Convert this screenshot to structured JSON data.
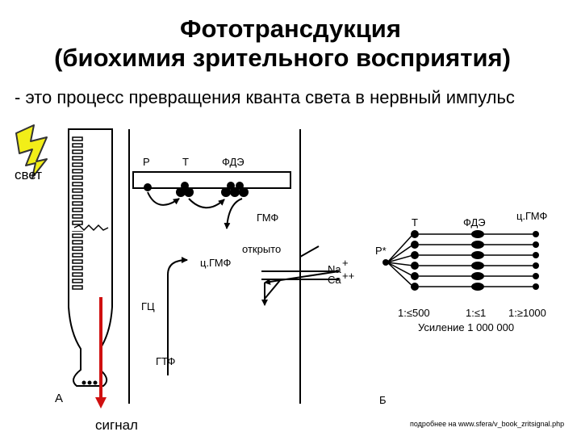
{
  "title_line1": "Фототрансдукция",
  "title_line2": "(биохимия зрительного восприятия)",
  "subtitle": "- это процесс превращения кванта света в нервный импульс",
  "left_panel": {
    "light_label": "свет",
    "panel_label": "А",
    "signal_label": "сигнал"
  },
  "middle_panel": {
    "r_label": "Р",
    "t_label": "Т",
    "pde_label": "ФДЭ",
    "gmp_label": "ГМФ",
    "open_label": "открыто",
    "cgmp_label": "ц.ГМФ",
    "na_label": "Na",
    "na_charge": "+",
    "ca_label": "Ca",
    "ca_charge": "++",
    "gc_label": "ГЦ",
    "gtp_label": "ГТФ"
  },
  "right_panel": {
    "t_label": "Т",
    "pde_label": "ФДЭ",
    "cgmp_label": "ц.ГМФ",
    "p_star_label": "Р*",
    "ratio1": "1:≤500",
    "ratio2": "1:≤1",
    "ratio3": "1:≥1000",
    "gain_label": "Усиление  1 000 000",
    "panel_label": "Б"
  },
  "footer_link": "подробнее на www.sfera/v_book_zritsignal.php",
  "colors": {
    "signal_arrow": "#d01010",
    "lightning_fill": "#f2ee18",
    "lightning_stroke": "#333333"
  }
}
